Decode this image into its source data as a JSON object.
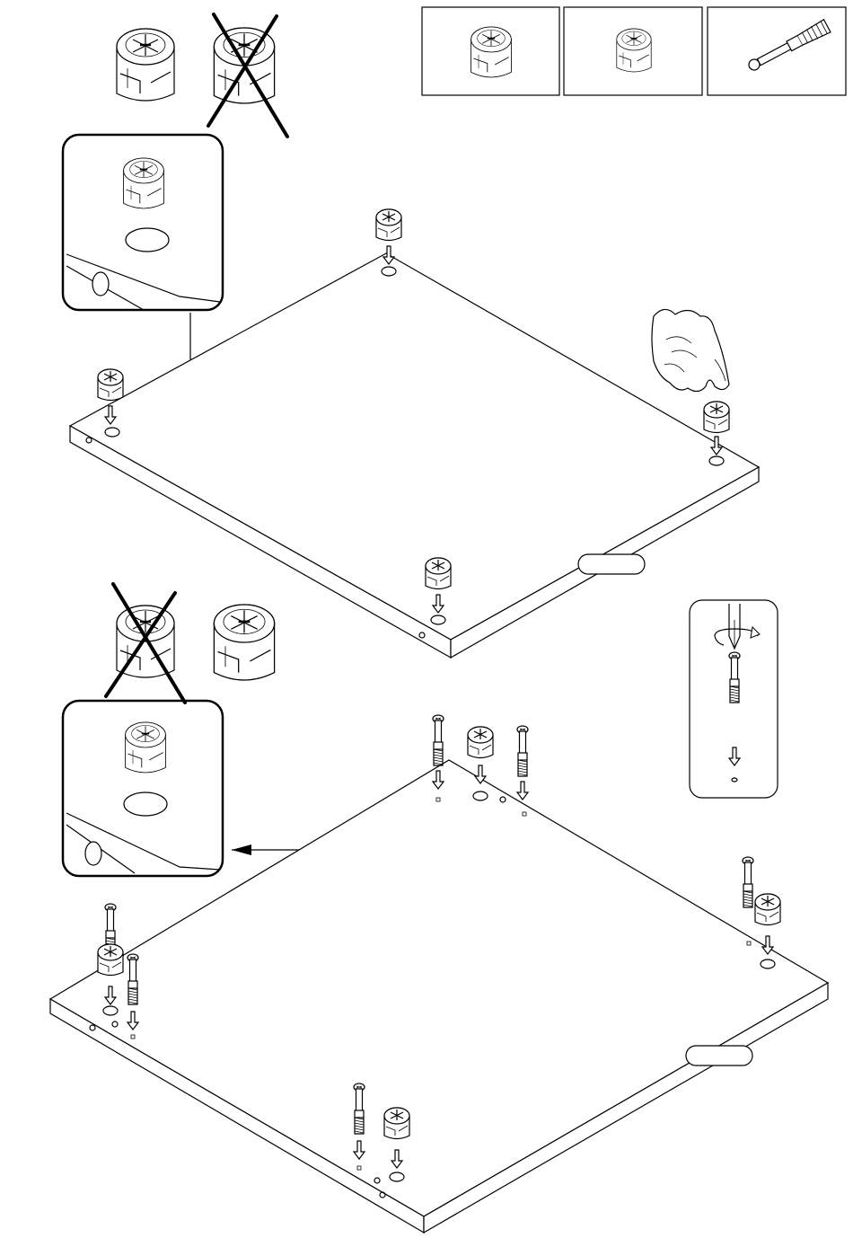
{
  "page": {
    "title": "",
    "background": "#ffffff",
    "ink_color": "#000000"
  },
  "parts_legend": [
    {
      "name": "cam-lock-housing-large",
      "icon": "cam-lock-icon"
    },
    {
      "name": "cam-lock-housing-small",
      "icon": "cam-lock-small-icon"
    },
    {
      "name": "connecting-bolt",
      "icon": "cam-bolt-icon"
    }
  ],
  "steps": [
    {
      "name": "insert-cam-locks-top-panel",
      "correct_orientation": "left",
      "wrong_orientation": "right"
    },
    {
      "name": "insert-cam-locks-and-bolts-bottom-panel",
      "correct_orientation": "right",
      "wrong_orientation": "left"
    }
  ],
  "icons": {
    "hand": "hand-press-icon",
    "screwdriver": "screwdriver-icon",
    "rotate": "rotate-clockwise-icon",
    "down_arrow": "down-arrow-icon",
    "cross": "wrong-cross-icon"
  },
  "callouts": [
    {
      "name": "detail-top",
      "label": ""
    },
    {
      "name": "detail-bottom",
      "label": ""
    },
    {
      "name": "panel-label-top",
      "label": ""
    },
    {
      "name": "panel-label-bottom",
      "label": ""
    }
  ]
}
